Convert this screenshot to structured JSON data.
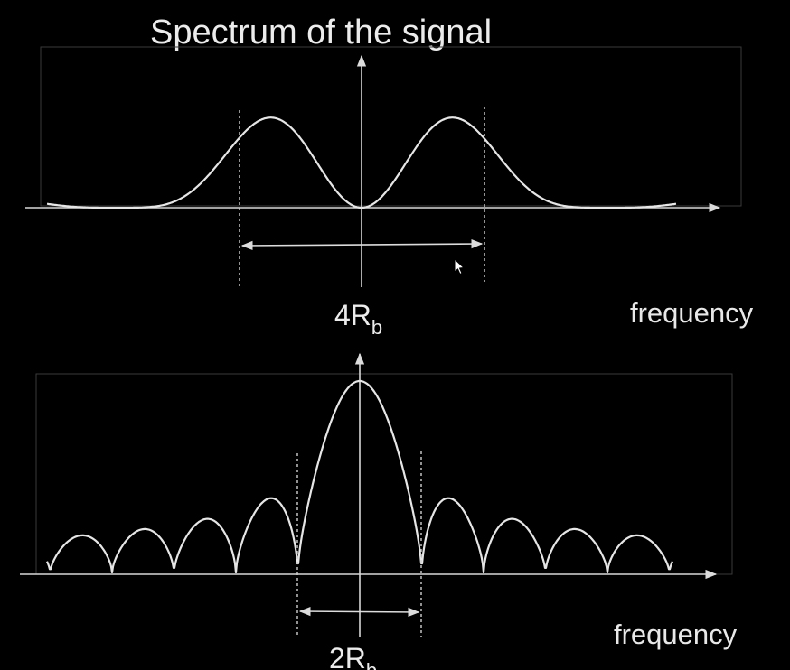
{
  "title": "Spectrum of the signal",
  "top_panel": {
    "x_axis_label": "frequency",
    "bandwidth": {
      "main": "4R",
      "sub": "b"
    }
  },
  "bottom_panel": {
    "x_axis_label": "frequency",
    "bandwidth": {
      "main": "2R",
      "sub": "b"
    }
  },
  "colors": {
    "background": "#000000",
    "curve": "#e6e6e6",
    "text": "#ececec"
  },
  "icons": [
    "mouse-pointer-icon"
  ]
}
